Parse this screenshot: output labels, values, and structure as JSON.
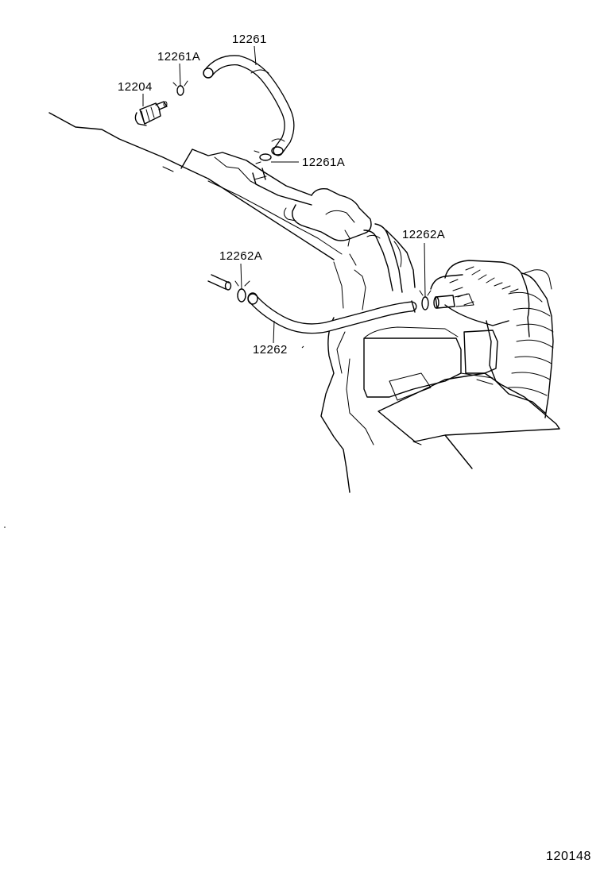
{
  "parts": {
    "hose_upper": "12261",
    "clip_upper_1": "12261A",
    "clip_upper_2": "12261A",
    "pcv_valve": "12204",
    "clip_lower_1": "12262A",
    "clip_lower_2": "12262A",
    "hose_lower": "12262"
  },
  "illustration_ref": "120148"
}
